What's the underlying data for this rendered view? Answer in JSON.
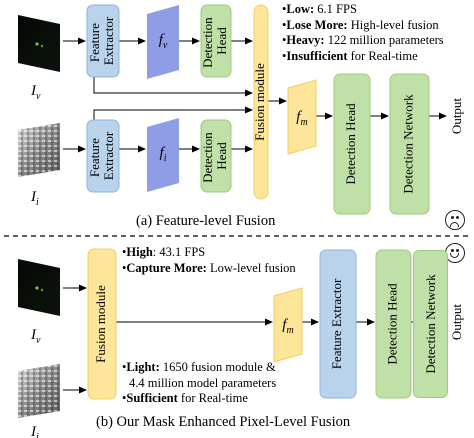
{
  "top": {
    "feature_extractor_label": "Feature Extractor",
    "detection_head_label": "Detection Head",
    "fusion_module_label": "Fusion module",
    "detection_network_label": "Detection Network",
    "output_label": "Output",
    "fv_symbol": "f",
    "fv_sub": "v",
    "fi_symbol": "f",
    "fi_sub": "i",
    "fm_symbol": "f",
    "fm_sub": "m",
    "iv_symbol": "I",
    "iv_sub": "v",
    "ii_symbol": "I",
    "ii_sub": "i",
    "annotations": [
      {
        "bold": "Low:",
        "text": " 6.1 FPS"
      },
      {
        "bold": "Lose More:",
        "text": " High-level fusion"
      },
      {
        "bold": "Heavy:",
        "text": " 122 million parameters"
      },
      {
        "bold": "Insufficient",
        "text": " for Real-time"
      }
    ],
    "caption": "(a)  Feature-level Fusion",
    "face": "sad"
  },
  "bottom": {
    "fusion_module_label": "Fusion module",
    "feature_extractor_label": "Feature Extractor",
    "detection_head_label": "Detection Head",
    "detection_network_label": "Detection Network",
    "output_label": "Output",
    "fm_symbol": "f",
    "fm_sub": "m",
    "iv_symbol": "I",
    "iv_sub": "v",
    "ii_symbol": "I",
    "ii_sub": "i",
    "annotations_upper": [
      {
        "bold": "High",
        "text": ": 43.1 FPS"
      },
      {
        "bold": "Capture More:",
        "text": " Low-level fusion"
      }
    ],
    "annotations_lower": [
      {
        "bold": "Light:",
        "text": " 1650 fusion module &"
      },
      {
        "bold": "",
        "text": "4.4 million model parameters"
      },
      {
        "bold": "Sufficient",
        "text": " for Real-time"
      }
    ],
    "caption": "(b) Our Mask Enhanced Pixel-Level Fusion",
    "face": "happy"
  },
  "colors": {
    "blue_box": "#b9d3ec",
    "blue_stroke": "#8fb3d9",
    "purple": "#8f9ce6",
    "green": "#bfe0a6",
    "green_stroke": "#9ccb7e",
    "yellow": "#fde69a",
    "yellow_stroke": "#f1cf5c"
  }
}
